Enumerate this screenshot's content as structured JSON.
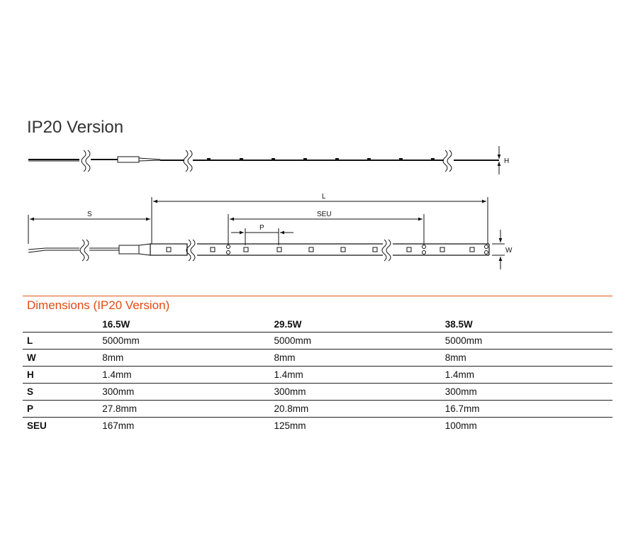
{
  "title": "IP20 Version",
  "diagram": {
    "labels": {
      "H": "H",
      "W": "W",
      "L": "L",
      "S": "S",
      "SEU": "SEU",
      "P": "P"
    }
  },
  "table": {
    "heading": "Dimensions (IP20 Version)",
    "columns": [
      "",
      "16.5W",
      "29.5W",
      "38.5W"
    ],
    "rows": [
      {
        "label": "L",
        "values": [
          "5000mm",
          "5000mm",
          "5000mm"
        ]
      },
      {
        "label": "W",
        "values": [
          "8mm",
          "8mm",
          "8mm"
        ]
      },
      {
        "label": "H",
        "values": [
          "1.4mm",
          "1.4mm",
          "1.4mm"
        ]
      },
      {
        "label": "S",
        "values": [
          "300mm",
          "300mm",
          "300mm"
        ]
      },
      {
        "label": "P",
        "values": [
          "27.8mm",
          "20.8mm",
          "16.7mm"
        ]
      },
      {
        "label": "SEU",
        "values": [
          "167mm",
          "125mm",
          "100mm"
        ]
      }
    ]
  },
  "colors": {
    "accent": "#e04a12",
    "line": "#222222"
  }
}
